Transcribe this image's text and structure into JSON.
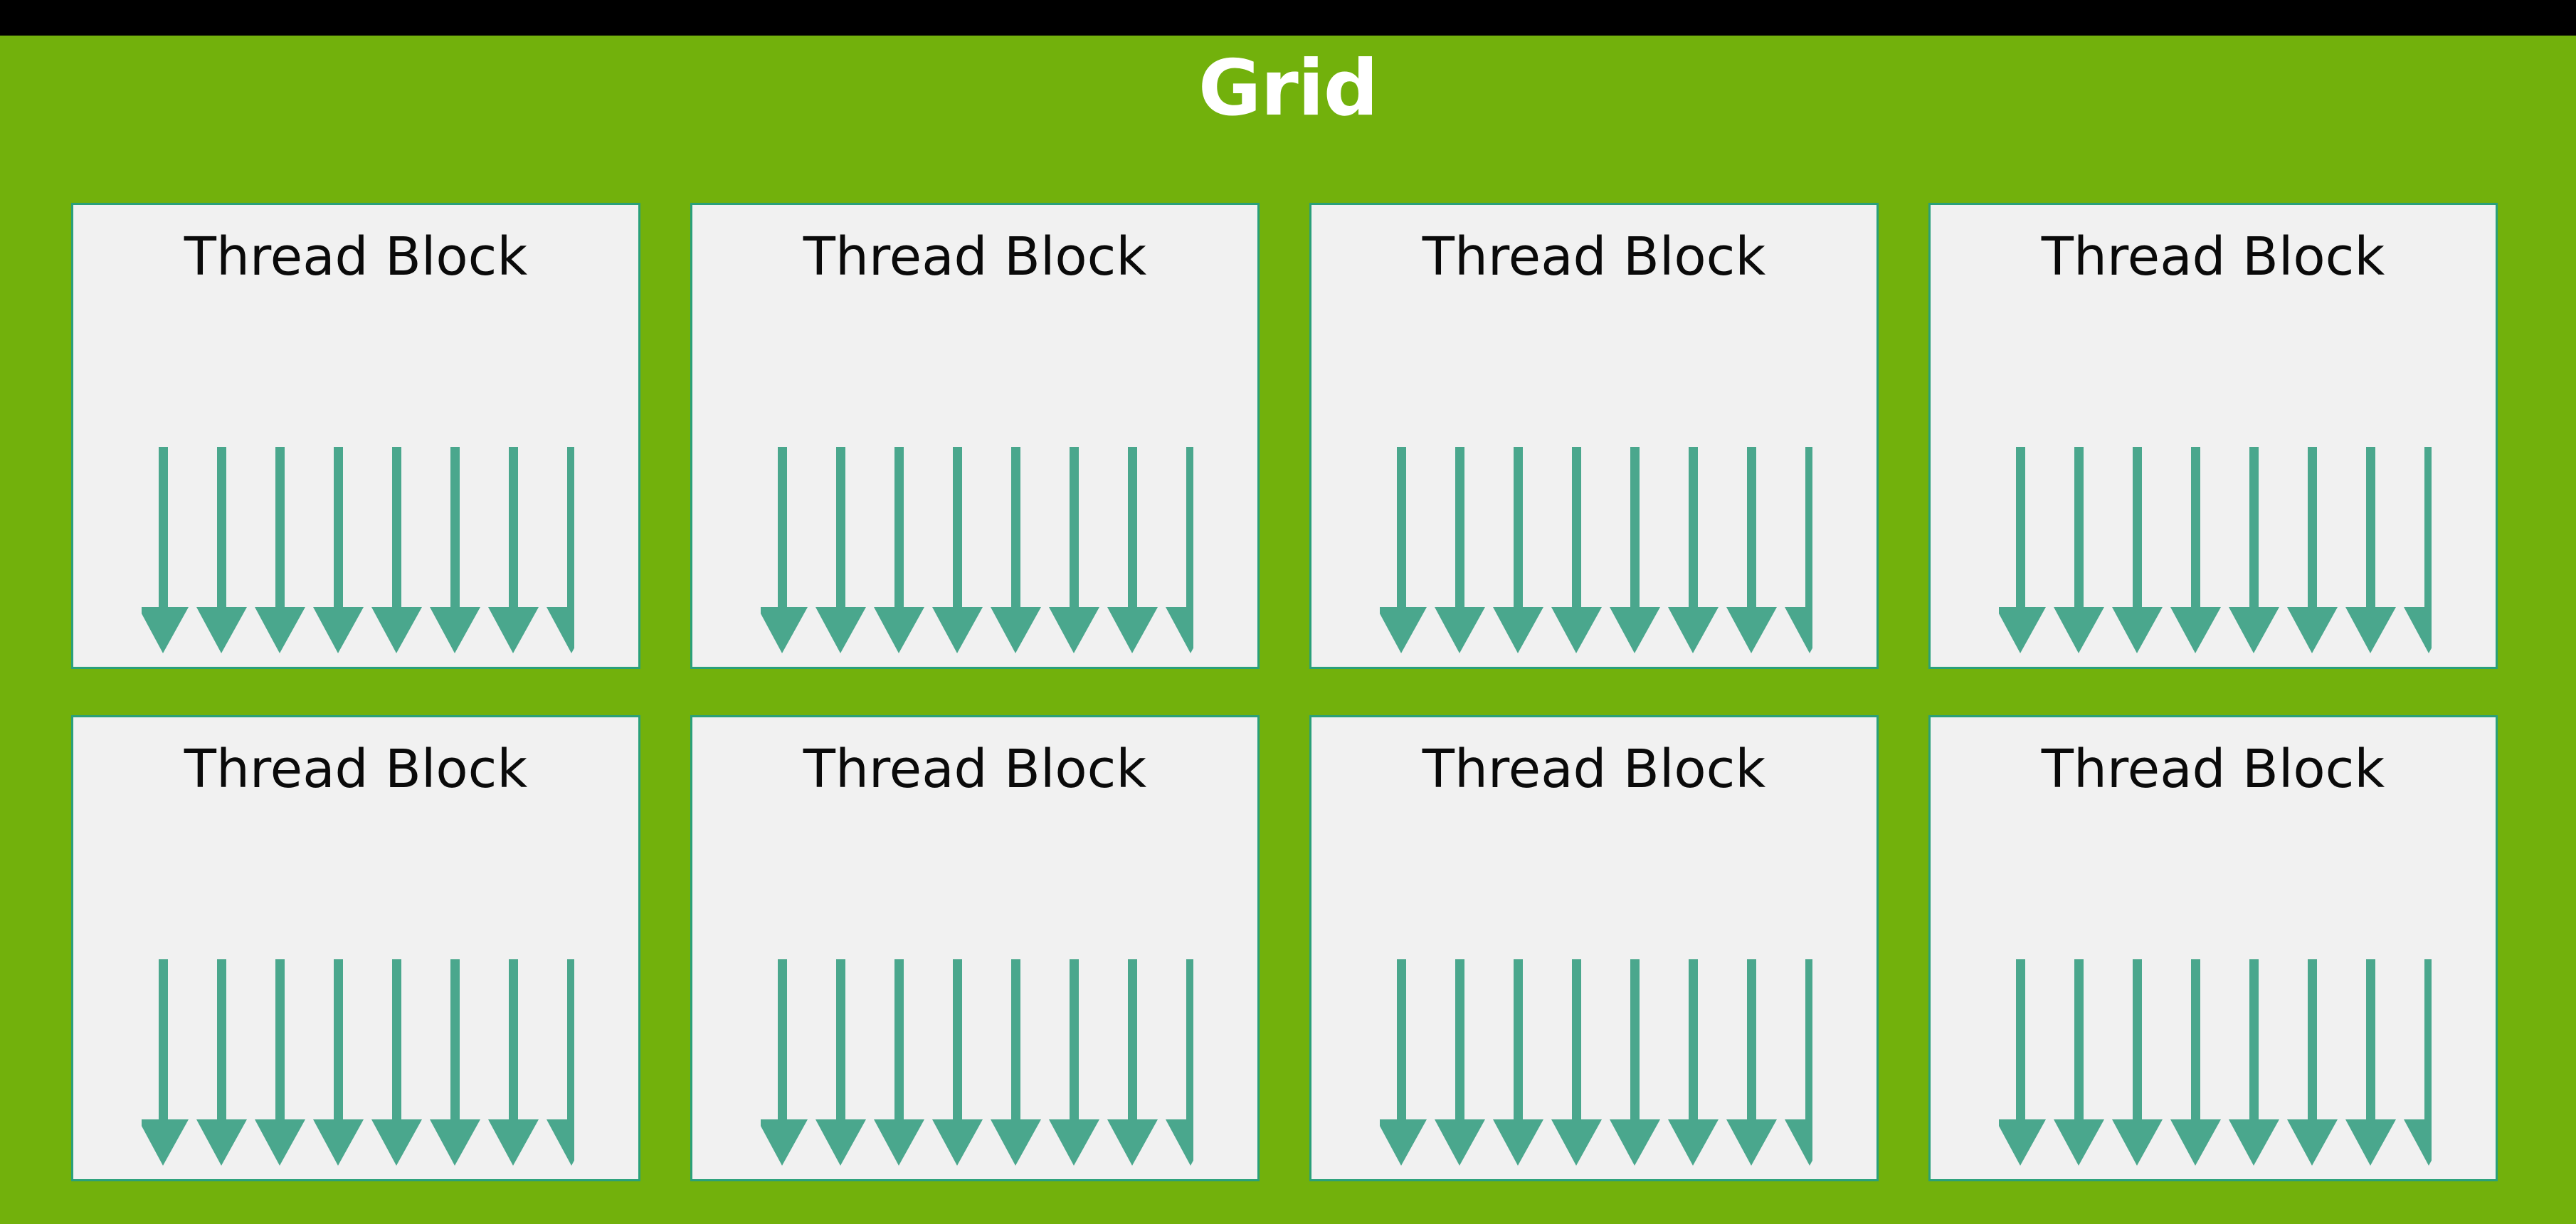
{
  "slide": {
    "title": "Grid",
    "background_color": "#72b10c",
    "top_bar_color": "#000000",
    "title_color": "#ffffff"
  },
  "diagram": {
    "type": "cuda-execution-hierarchy",
    "block_label": "Thread Block",
    "block_fill_color": "#f1f1f1",
    "block_border_color": "#2aa07a",
    "arrow_color": "#4aa78d",
    "rows": 2,
    "columns": 4,
    "blocks_total": 8,
    "arrows_per_block": 8,
    "blocks": [
      {
        "label": "Thread Block",
        "row": 0,
        "column": 0,
        "threads": 8
      },
      {
        "label": "Thread Block",
        "row": 0,
        "column": 1,
        "threads": 8
      },
      {
        "label": "Thread Block",
        "row": 0,
        "column": 2,
        "threads": 8
      },
      {
        "label": "Thread Block",
        "row": 0,
        "column": 3,
        "threads": 8
      },
      {
        "label": "Thread Block",
        "row": 1,
        "column": 0,
        "threads": 8
      },
      {
        "label": "Thread Block",
        "row": 1,
        "column": 1,
        "threads": 8
      },
      {
        "label": "Thread Block",
        "row": 1,
        "column": 2,
        "threads": 8
      },
      {
        "label": "Thread Block",
        "row": 1,
        "column": 3,
        "threads": 8
      }
    ]
  }
}
